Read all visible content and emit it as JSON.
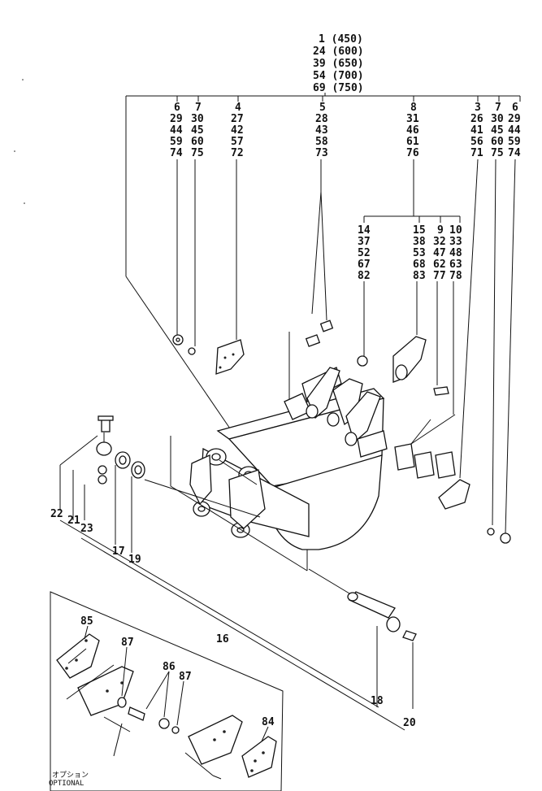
{
  "header_lines": [
    "1 (450)",
    "24 (600)",
    "39 (650)",
    "54 (700)",
    "69 (750)"
  ],
  "columns": {
    "col_a": [
      "6",
      "29",
      "44",
      "59",
      "74"
    ],
    "col_b": [
      "7",
      "30",
      "45",
      "60",
      "75"
    ],
    "col_c": [
      "4",
      "27",
      "42",
      "57",
      "72"
    ],
    "col_d": [
      "5",
      "28",
      "43",
      "58",
      "73"
    ],
    "col_e": [
      "8",
      "31",
      "46",
      "61",
      "76"
    ],
    "col_f": [
      "3",
      "26",
      "41",
      "56",
      "71"
    ],
    "col_g": [
      "7",
      "30",
      "45",
      "60",
      "75"
    ],
    "col_h": [
      "6",
      "29",
      "44",
      "59",
      "74"
    ],
    "col_i": [
      "14",
      "37",
      "52",
      "67",
      "82"
    ],
    "col_j": [
      "15",
      "38",
      "53",
      "68",
      "83"
    ],
    "col_k": [
      "9",
      "32",
      "47",
      "62",
      "77"
    ],
    "col_l": [
      "10",
      "33",
      "48",
      "63",
      "78"
    ]
  },
  "callouts": {
    "c22": "22",
    "c21": "21",
    "c23": "23",
    "c17": "17",
    "c19": "19",
    "c16": "16",
    "c18": "18",
    "c20": "20",
    "c85": "85",
    "c87a": "87",
    "c86": "86",
    "c87b": "87",
    "c84": "84"
  },
  "optional_label_jp": "オプション",
  "optional_label_en": "OPTIONAL"
}
